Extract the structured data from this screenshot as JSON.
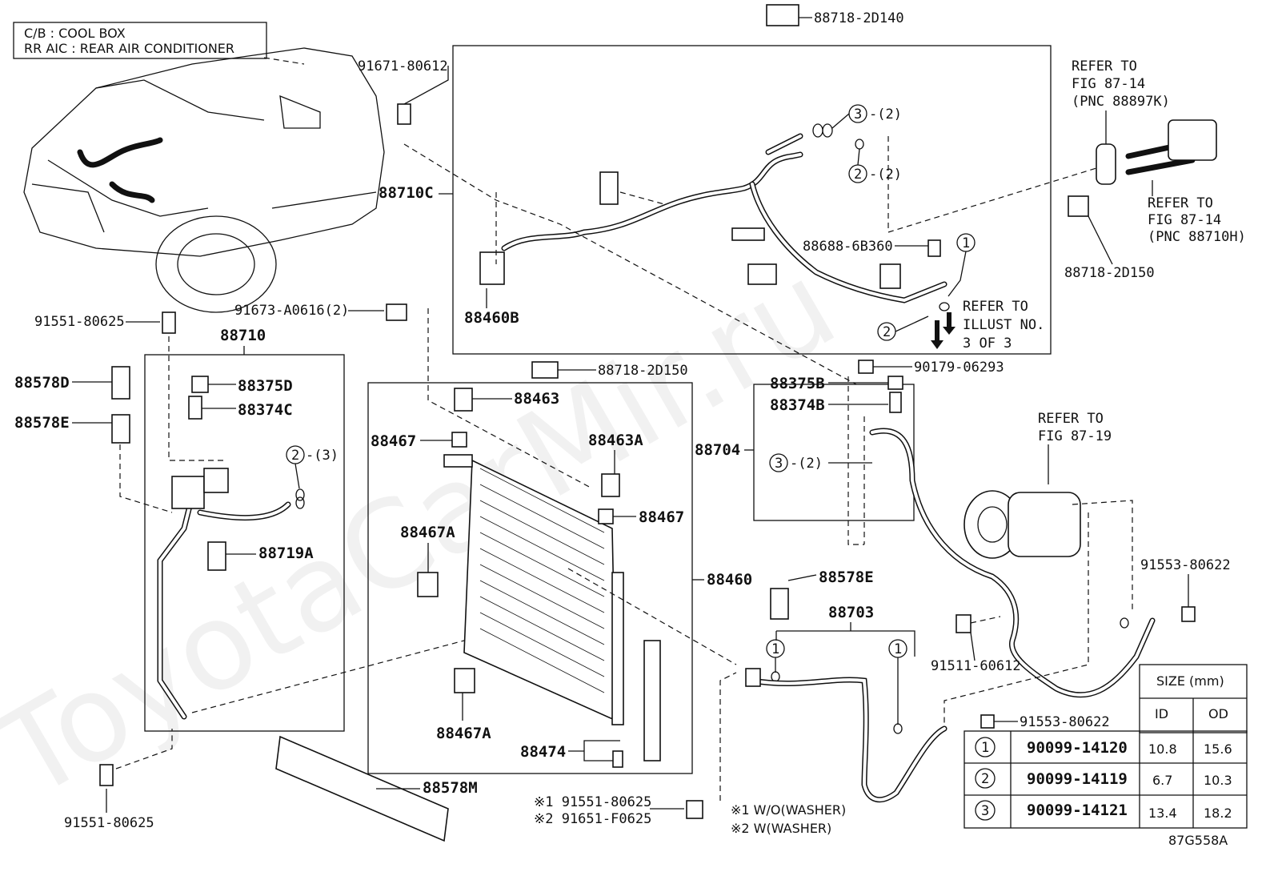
{
  "legend": {
    "line1": "C/B  :  COOL BOX",
    "line2": "RR AIC  :  REAR AIR CONDITIONER"
  },
  "watermark": "ToyotaCarMir.ru",
  "labels": {
    "p_88718_2D140": "88718-2D140",
    "p_91671_80612": "91671-80612",
    "p_88710C": "88710C",
    "p_88460B": "88460B",
    "p_88688_6B360": "88688-6B360",
    "p_88718_2D150_top": "88718-2D150",
    "p_88718_2D150_mid": "88718-2D150",
    "p_91551_80625_top": "91551-80625",
    "p_91673_A0616": "91673-A0616(2)",
    "p_88710": "88710",
    "p_88578D": "88578D",
    "p_88578E_left": "88578E",
    "p_88375D": "88375D",
    "p_88374C": "88374C",
    "p_88719A": "88719A",
    "p_88463": "88463",
    "p_88467_top": "88467",
    "p_88463A": "88463A",
    "p_88467_mid": "88467",
    "p_88467A_top": "88467A",
    "p_88467A_bot": "88467A",
    "p_88460": "88460",
    "p_88474": "88474",
    "p_88578M": "88578M",
    "p_91551_80625_bot": "91551-80625",
    "p_note1_part": "※1 91551-80625",
    "p_note2_part": "※2 91651-F0625",
    "p_88375B": "88375B",
    "p_88374B": "88374B",
    "p_90179_06293": "90179-06293",
    "p_88704": "88704",
    "p_88578E_right": "88578E",
    "p_88703": "88703",
    "p_91511_60612": "91511-60612",
    "p_91553_80622_right": "91553-80622",
    "p_91553_80622_bot": "91553-80622",
    "note1": "※1 W/O(WASHER)",
    "note2": "※2 W(WASHER)",
    "fig_code": "87G558A",
    "ring3_qty_top": "-(2)",
    "ring2_qty_top": "-(2)",
    "ring2_qty_left": "-(3)",
    "ring3_qty_mid": "-(2)"
  },
  "refers": {
    "fig_87_14_a": [
      "REFER TO",
      "FIG 87-14",
      "(PNC 88897K)"
    ],
    "fig_87_14_b": [
      "REFER TO",
      "FIG 87-14",
      "(PNC 88710H)"
    ],
    "illust": [
      "REFER TO",
      "ILLUST NO.",
      "3 OF 3"
    ],
    "fig_87_19": [
      "REFER TO",
      "FIG 87-19"
    ]
  },
  "circles": {
    "c1": "1",
    "c2": "2",
    "c3": "3"
  },
  "size_table": {
    "title": "SIZE (mm)",
    "headers": [
      "ID",
      "OD"
    ],
    "rows": [
      {
        "ref": "1",
        "part": "90099-14120",
        "id": "10.8",
        "od": "15.6"
      },
      {
        "ref": "2",
        "part": "90099-14119",
        "id": "6.7",
        "od": "10.3"
      },
      {
        "ref": "3",
        "part": "90099-14121",
        "id": "13.4",
        "od": "18.2"
      }
    ]
  }
}
